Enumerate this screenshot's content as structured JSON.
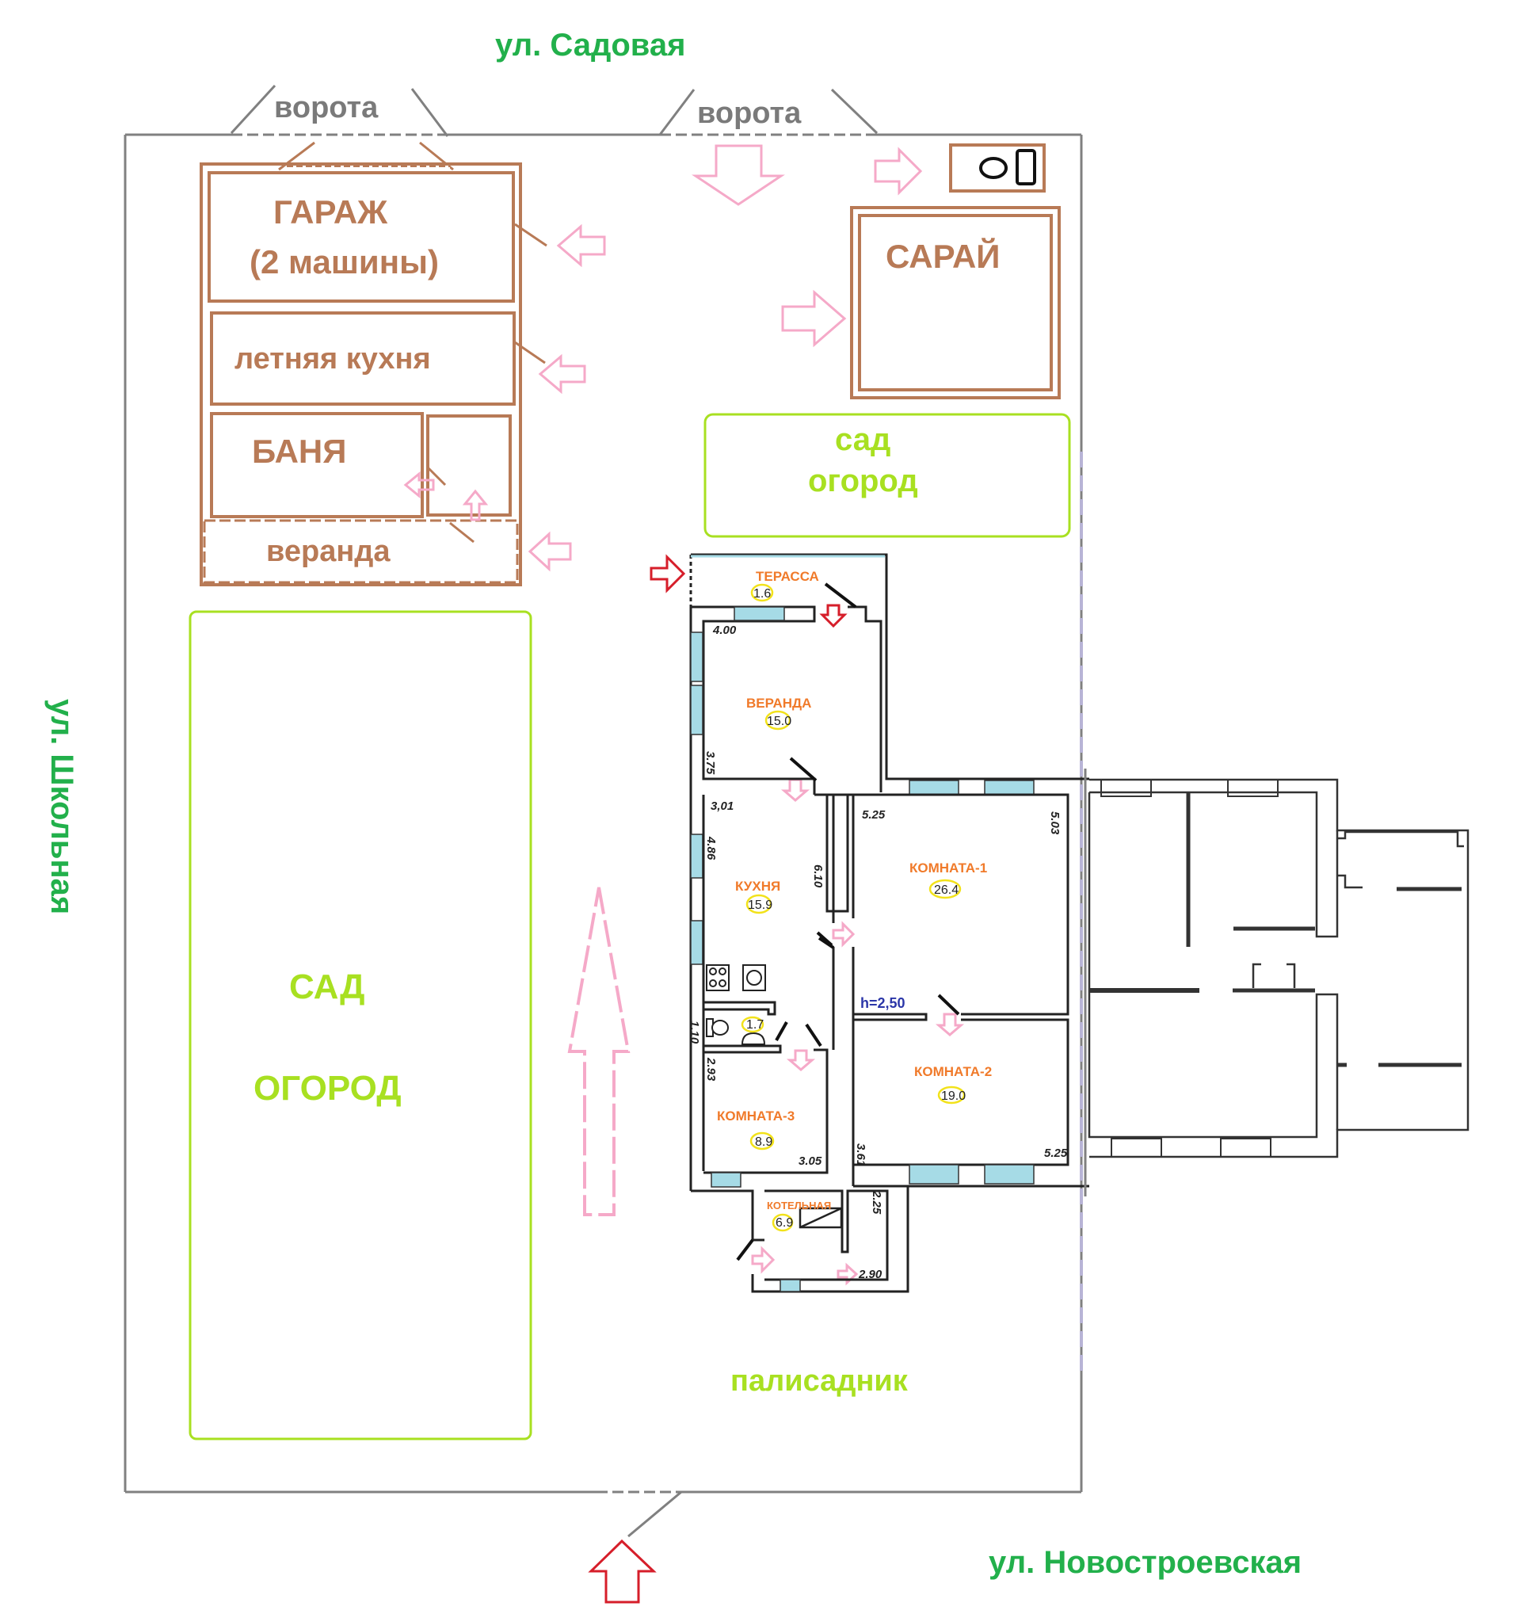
{
  "streets": {
    "north": "ул. Садовая",
    "west": "ул. Школьная",
    "south": "ул.  Новостроевская"
  },
  "gates": [
    {
      "label": "ворота"
    },
    {
      "label": "ворота"
    }
  ],
  "outbuildings": {
    "garage": {
      "line1": "ГАРАЖ",
      "line2": "(2 машины)"
    },
    "summer_kitchen": "летняя кухня",
    "bathhouse": "БАНЯ",
    "veranda": "веранда",
    "shed": "САРАЙ",
    "toilet_icon": "toilet-icon"
  },
  "zones": {
    "garden_small": {
      "line1": "сад",
      "line2": "огород"
    },
    "garden_large": {
      "line1": "САД",
      "line2": "ОГОРОД"
    },
    "front_garden": "палисадник"
  },
  "house": {
    "ceiling_height": "h=2,50",
    "rooms": [
      {
        "name": "ТЕРАССА",
        "area": "1.6"
      },
      {
        "name": "ВЕРАНДА",
        "area": "15.0"
      },
      {
        "name": "КУХНЯ",
        "area": "15.9"
      },
      {
        "name": "КОМНАТА-1",
        "area": "26.4"
      },
      {
        "name": "КОМНАТА-2",
        "area": "19.0"
      },
      {
        "name": "КОМНАТА-3",
        "area": "8.9"
      },
      {
        "name": "КОТЕЛЬНАЯ",
        "area": "6.9"
      },
      {
        "name": "",
        "area": "1.7"
      }
    ],
    "dimensions": {
      "veranda_w": "4.00",
      "veranda_h": "3.75",
      "kitchen_w": "3,01",
      "kitchen_h": "4.86",
      "kitchen_h2": "6.10",
      "wc_h": "1.10",
      "room1_w": "5.25",
      "room1_h": "5.03",
      "room2_h": "3.61",
      "room2_w": "5.25",
      "room3_h": "2.93",
      "room3_w": "3.05",
      "boiler_h": "2.25",
      "boiler_w": "2.90"
    }
  },
  "colors": {
    "street": "#22b04b",
    "outbuilding": "#b87a56",
    "garden": "#a8e021",
    "room_label": "#f07a2a",
    "path_arrow": "#f5a9c8",
    "entry_arrow": "#d61e2a",
    "fence": "#808080"
  }
}
